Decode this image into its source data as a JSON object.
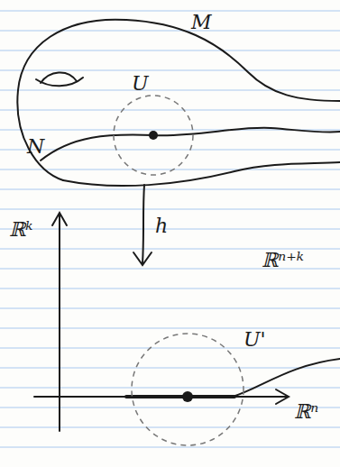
{
  "diagram": {
    "labels": [
      "M",
      "N",
      "U",
      "h",
      "ℝᵏ",
      "ℝⁿ⁺ᵏ",
      "U'",
      "ℝⁿ"
    ]
  }
}
